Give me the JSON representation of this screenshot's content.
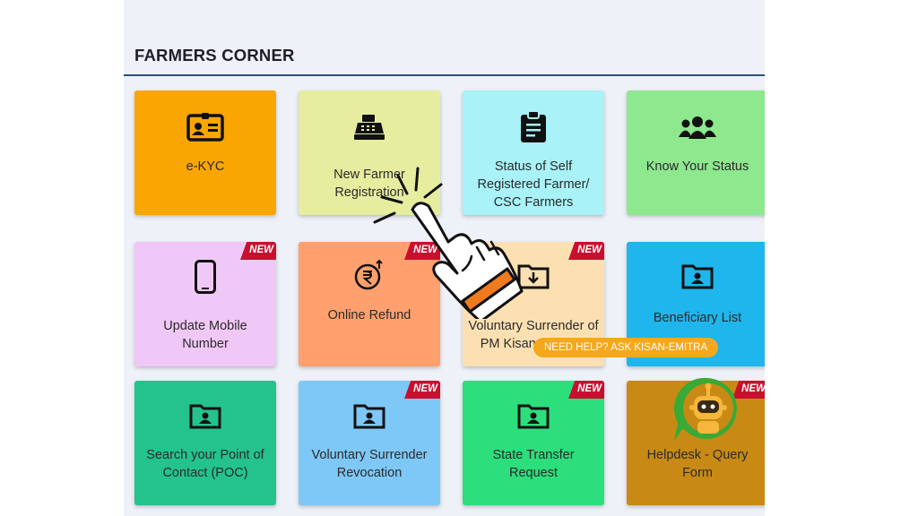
{
  "section": {
    "title": "FARMERS CORNER"
  },
  "tiles": [
    {
      "label": "e-KYC",
      "icon": "id-card-icon",
      "color": "#f9a602",
      "new": false
    },
    {
      "label": "New Farmer Registration",
      "icon": "cash-register-icon",
      "color": "#e6ed9f",
      "new": false
    },
    {
      "label": "Status of Self Registered Farmer/ CSC Farmers",
      "icon": "clipboard-icon",
      "color": "#a8f2f8",
      "new": false
    },
    {
      "label": "Know Your Status",
      "icon": "users-icon",
      "color": "#8ee88e",
      "new": false
    },
    {
      "label": "Update Mobile Number",
      "icon": "mobile-icon",
      "color": "#f0c8f7",
      "new": true
    },
    {
      "label": "Online Refund",
      "icon": "rupee-refund-icon",
      "color": "#ffa06e",
      "new": true
    },
    {
      "label": "Voluntary Surrender of PM Kisan Benefits",
      "icon": "folder-download-icon",
      "color": "#fde0b2",
      "new": true
    },
    {
      "label": "Beneficiary List",
      "icon": "folder-user-icon",
      "color": "#1eb6ec",
      "new": false
    },
    {
      "label": "Search your Point of Contact (POC)",
      "icon": "folder-user-icon",
      "color": "#24c38d",
      "new": false
    },
    {
      "label": "Voluntary Surrender Revocation",
      "icon": "folder-user-icon",
      "color": "#7ec8f7",
      "new": true
    },
    {
      "label": "State Transfer Request",
      "icon": "folder-user-icon",
      "color": "#2ddf7c",
      "new": true
    },
    {
      "label": "Helpdesk - Query Form",
      "icon": "folder-user-icon",
      "color": "#c88a14",
      "new": true
    }
  ],
  "badge_text": "NEW",
  "help": {
    "text": "NEED HELP? ASK KISAN-EMITRA"
  }
}
